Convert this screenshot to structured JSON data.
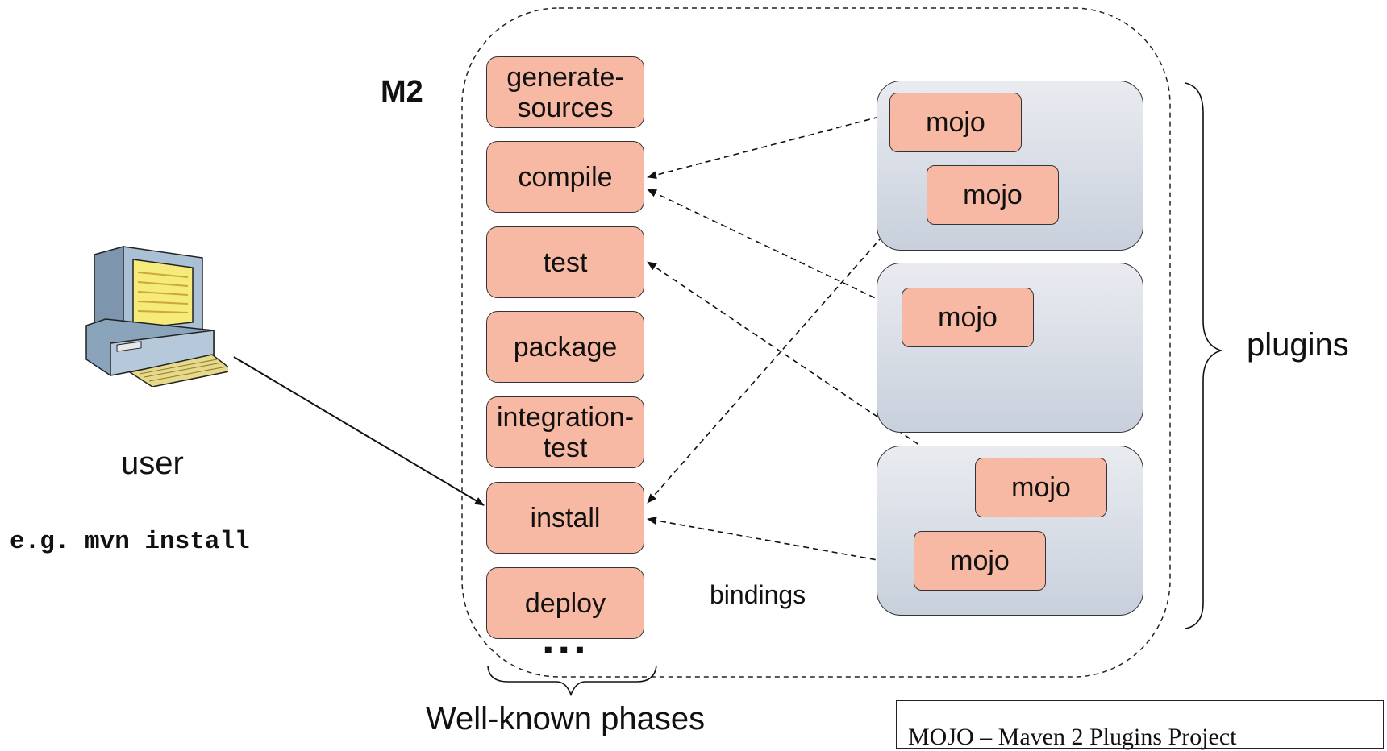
{
  "container_label": "M2",
  "phases": [
    "generate-\nsources",
    "compile",
    "test",
    "package",
    "integration-\ntest",
    "install",
    "deploy"
  ],
  "ellipsis": "...",
  "phases_caption": "Well-known phases",
  "mojo_label": "mojo",
  "plugins_label": "plugins",
  "bindings_label": "bindings",
  "user_label": "user",
  "command_example": "e.g. mvn install",
  "footer_note": "MOJO – Maven 2 Plugins Project",
  "computer_icon": "desktop-computer-icon",
  "colors": {
    "phase_fill": "#f7b9a3",
    "plugin_fill": "#d3d9e3",
    "stroke": "#333333"
  }
}
